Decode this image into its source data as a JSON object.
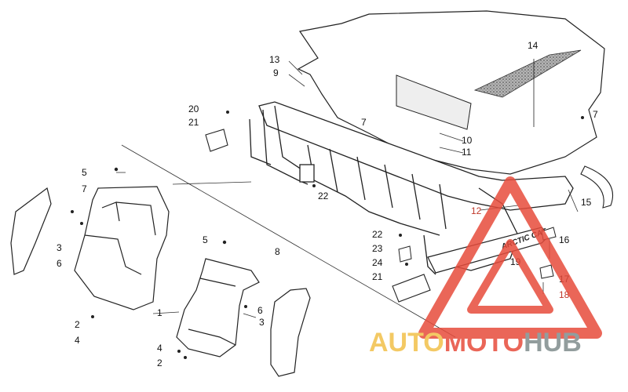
{
  "diagram": {
    "labels": [
      "1",
      "2",
      "2",
      "3",
      "3",
      "4",
      "4",
      "5",
      "5",
      "6",
      "6",
      "7",
      "7",
      "7",
      "8",
      "9",
      "10",
      "11",
      "12",
      "13",
      "14",
      "15",
      "16",
      "17",
      "18",
      "19",
      "20",
      "21",
      "21",
      "22",
      "22",
      "23",
      "24"
    ],
    "rack_brand_text": "ARCTIC CAT"
  },
  "watermark": {
    "part1": "AUTO",
    "part2": "MOTO",
    "part3": "HUB",
    "color_auto": "#f2c04a",
    "color_moto": "#e74c3c",
    "color_hub": "#7f8c8d"
  }
}
